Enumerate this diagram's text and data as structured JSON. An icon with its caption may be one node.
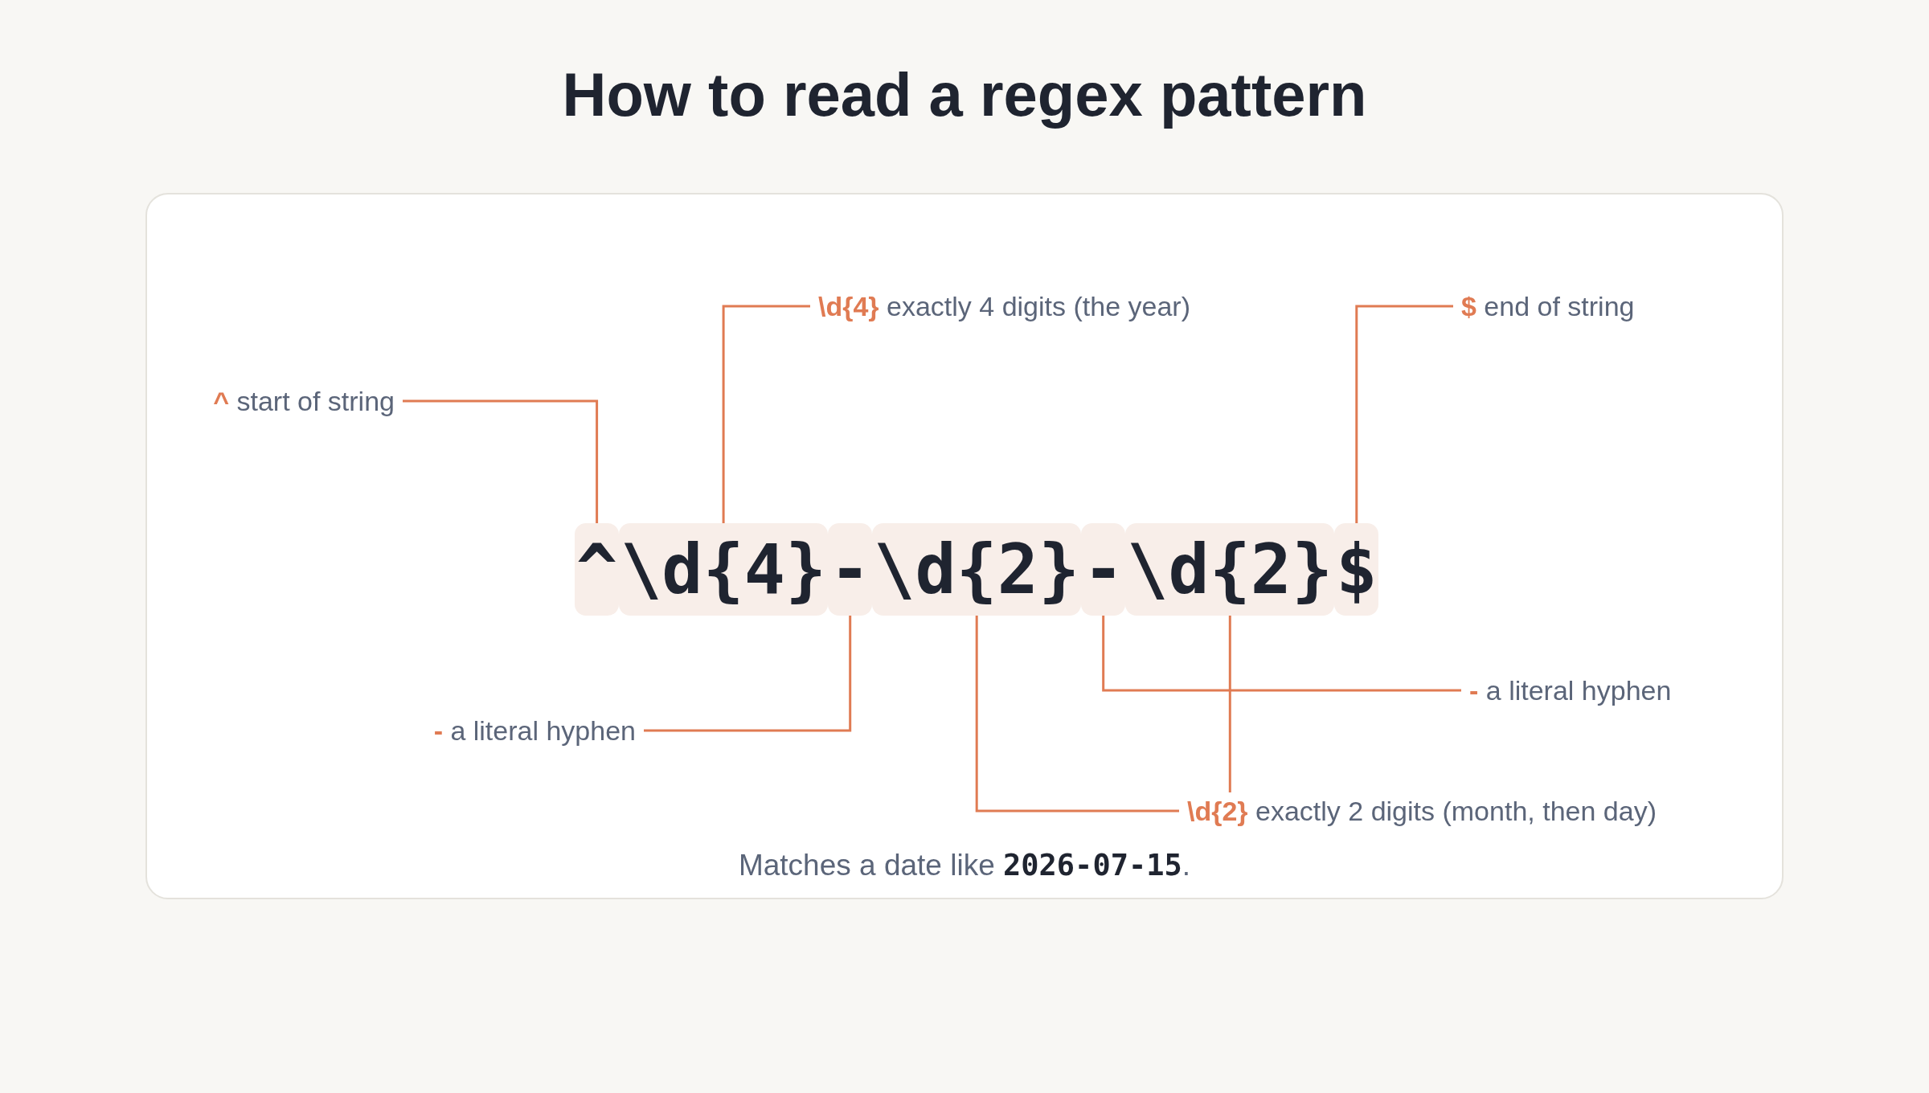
{
  "diagram": {
    "title": "How to read a regex pattern",
    "caption": "Matches a date like **2026-07-15**.",
    "nodes": [
      {
        "text": [
          "**\\d{4}** exactly 4 digits (the year)"
        ]
      },
      {
        "text": [
          "**$** end of string"
        ]
      },
      {
        "text": [
          "**^** start of string"
        ]
      },
      {
        "text": [
          "^"
        ]
      },
      {
        "text": [
          "\\d{4}"
        ]
      },
      {
        "text": [
          "-"
        ]
      },
      {
        "text": [
          "\\d{2}"
        ]
      },
      {
        "text": [
          "-"
        ]
      },
      {
        "text": [
          "\\d{2}"
        ]
      },
      {
        "text": [
          "$"
        ]
      },
      {
        "text": [
          "**-** a literal hyphen"
        ]
      },
      {
        "text": [
          "**-** a literal hyphen"
        ]
      },
      {
        "text": [
          "**\\d{2}** exactly 2 digits (month, then day)"
        ]
      }
    ],
    "edges": [
      {
        "from": 0,
        "to": 4,
        "arrow": "none"
      },
      {
        "from": 1,
        "to": 9,
        "arrow": "none"
      },
      {
        "from": 2,
        "to": 3,
        "arrow": "none"
      },
      {
        "from": 10,
        "to": 7,
        "arrow": "none"
      },
      {
        "from": 11,
        "to": 5,
        "arrow": "none"
      },
      {
        "from": 12,
        "to": 6,
        "arrow": "none"
      },
      {
        "from": 12,
        "to": 8,
        "arrow": "none"
      }
    ]
  }
}
